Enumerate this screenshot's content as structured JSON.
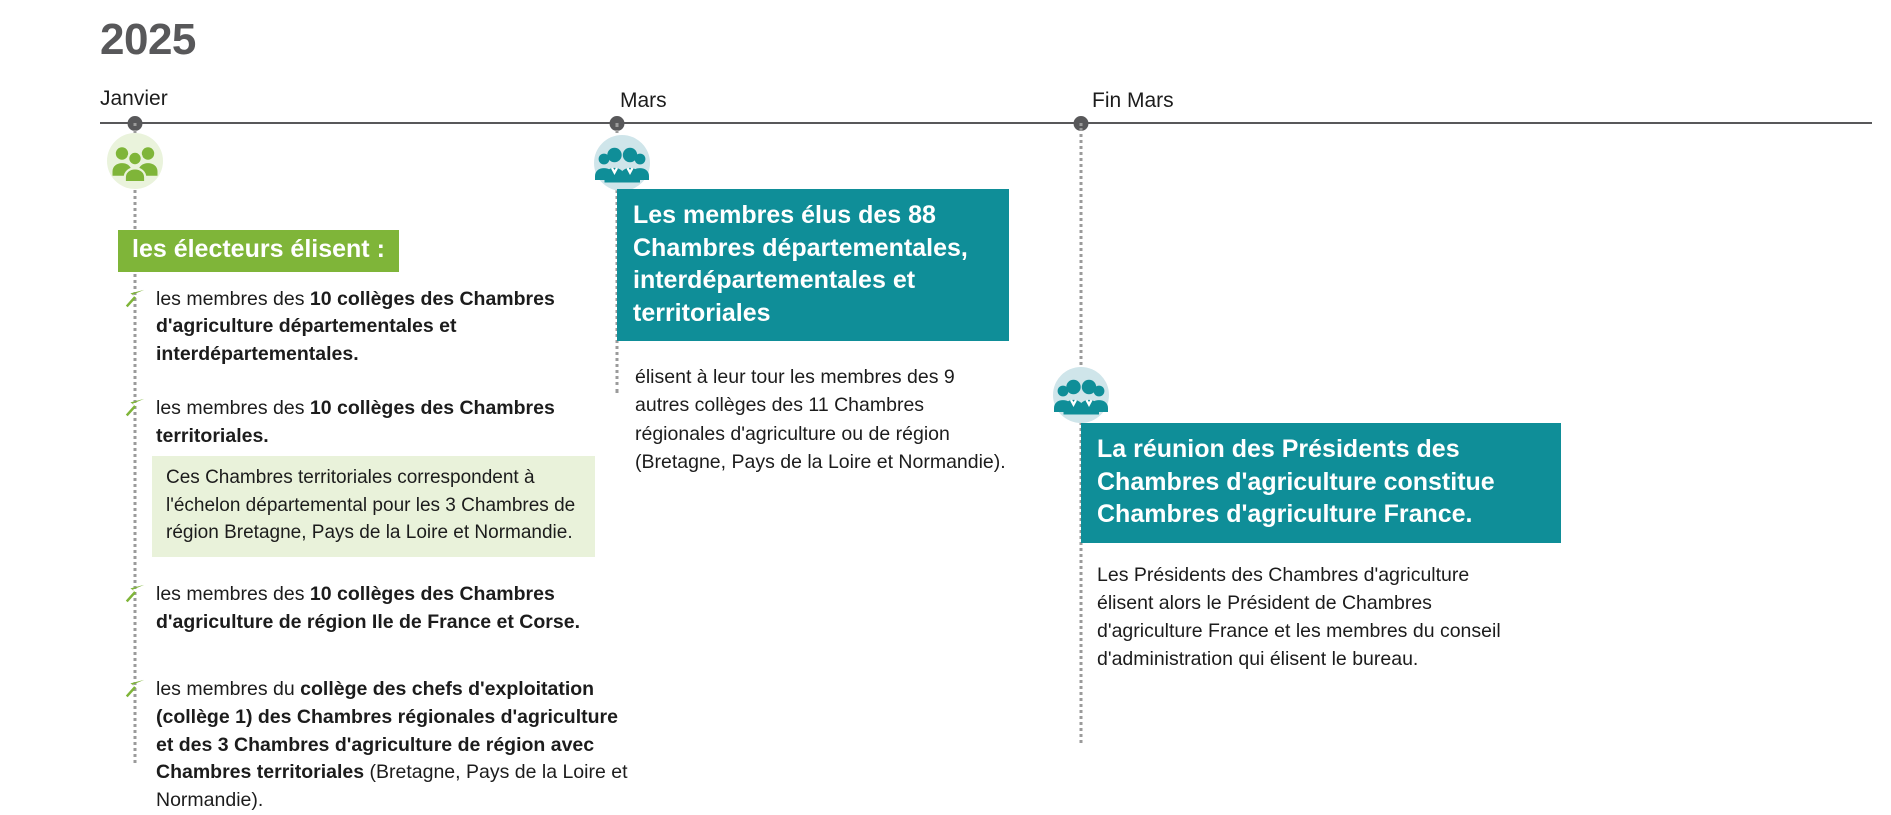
{
  "year": "2025",
  "colors": {
    "green": "#7fb539",
    "green_light": "#e9f2da",
    "teal": "#0f8e98",
    "teal_light": "#cfe5ea",
    "axis": "#58585a",
    "text": "#1c1c1c"
  },
  "axis": {
    "ticks": [
      {
        "label": "Janvier"
      },
      {
        "label": "Mars"
      },
      {
        "label": "Fin Mars"
      }
    ]
  },
  "columns": [
    {
      "id": "janvier",
      "icon_name": "three-people-green-icon",
      "heading": "les électeurs élisent :",
      "bullets": [
        {
          "pre": "les membres des ",
          "bold": "10 collèges des Chambres d'agriculture départementales et interdépartementales.",
          "post": ""
        },
        {
          "pre": "les membres des ",
          "bold": "10 collèges des Chambres territoriales.",
          "post": "",
          "note": "Ces Chambres territoriales correspondent à l'échelon départemental pour les 3 Chambres de région Bretagne, Pays de la Loire et Normandie."
        },
        {
          "pre": "les membres des ",
          "bold": "10 collèges des Chambres d'agriculture de région Ile de France et Corse.",
          "post": ""
        },
        {
          "pre": "les membres du ",
          "bold": "collège des chefs d'exploitation (collège 1) des Chambres régionales d'agriculture et des 3 Chambres d'agriculture de région avec Chambres territoriales",
          "post": " (Bretagne, Pays de la Loire et  Normandie)."
        }
      ]
    },
    {
      "id": "mars",
      "icon_name": "two-people-teal-icon",
      "heading": "Les membres élus des 88 Chambres départementales, interdépartementales et territoriales",
      "paragraph": "élisent à leur tour les membres des 9 autres collèges des 11 Chambres régionales d'agriculture ou de région (Bretagne, Pays de la Loire et Normandie)."
    },
    {
      "id": "fin-mars",
      "icon_name": "two-people-teal-icon",
      "heading": "La réunion des Présidents des Chambres d'agriculture constitue Chambres d'agriculture France.",
      "paragraph": "Les Présidents des Chambres d'agriculture élisent alors le Président de Chambres d'agriculture France et les membres du conseil d'administration qui élisent le bureau."
    }
  ]
}
